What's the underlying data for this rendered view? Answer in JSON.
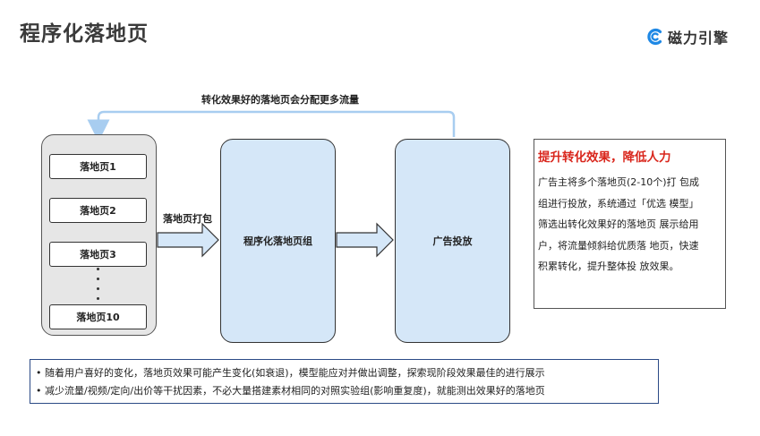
{
  "header": {
    "title": "程序化落地页",
    "brand": "磁力引擎",
    "brand_icon": "magnet-c-logo-icon",
    "brand_color": "#1e88e5"
  },
  "diagram": {
    "feedback_label": "转化效果好的落地页会分配更多流量",
    "landing_pages": [
      "落地页1",
      "落地页2",
      "落地页3",
      "落地页10"
    ],
    "pack_label": "落地页打包",
    "program_group": "程序化落地页组",
    "ad_delivery": "广告投放",
    "colors": {
      "node_fill": "#d5e7f8",
      "group_fill": "#e6e6e6",
      "feedback_arrow": "#a8cdf0",
      "arrow_fill": "#d5e7f8"
    }
  },
  "info": {
    "title": "提升转化效果，降低人力",
    "title_color": "#d9261c",
    "lines": [
      "广告主将多个落地页(2-10个)打 包成",
      "组进行投放，系统通过「优选 模型」",
      "筛选出转化效果好的落地页 展示给用",
      "户，将流量倾斜给优质落 地页，快速",
      "积累转化，提升整体投 放效果。"
    ]
  },
  "notes": {
    "bullet": "•",
    "items": [
      "随着用户喜好的变化，落地页效果可能产生变化(如衰退)，模型能应对并做出调整，探索现阶段效果最佳的进行展示",
      "减少流量/视频/定向/出价等干扰因素，不必大量搭建素材相同的对照实验组(影响重复度)，就能测出效果好的落地页"
    ]
  }
}
